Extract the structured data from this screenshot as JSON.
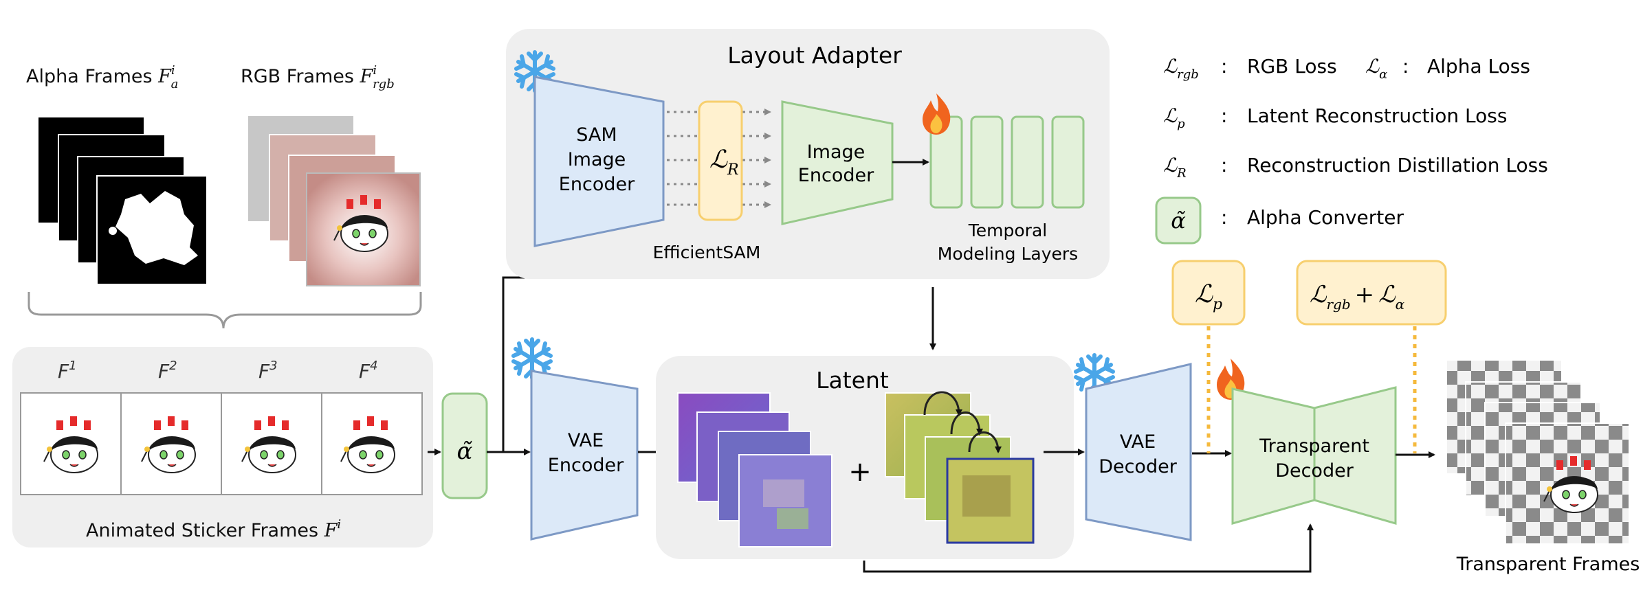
{
  "alpha_frames_label": "Alpha Frames",
  "alpha_frames_symbol": {
    "base": "F",
    "sup": "i",
    "sub": "a"
  },
  "rgb_frames_label": "RGB Frames",
  "rgb_frames_symbol": {
    "base": "F",
    "sup": "i",
    "sub": "rgb"
  },
  "sticker_frames": {
    "frame_labels": [
      {
        "base": "F",
        "sup": "1"
      },
      {
        "base": "F",
        "sup": "2"
      },
      {
        "base": "F",
        "sup": "3"
      },
      {
        "base": "F",
        "sup": "4"
      }
    ],
    "caption": "Animated Sticker Frames",
    "caption_symbol": {
      "base": "F",
      "sup": "i"
    }
  },
  "alpha_converter_symbol": "α̃",
  "layout_adapter": {
    "title": "Layout Adapter",
    "sam_encoder_lines": [
      "SAM",
      "Image",
      "Encoder"
    ],
    "efficientsam_label": "EfficientSAM",
    "loss_r_symbol": {
      "base": "ℒ",
      "sub": "R"
    },
    "image_encoder_lines": [
      "Image",
      "Encoder"
    ],
    "temporal_label_lines": [
      "Temporal",
      "Modeling Layers"
    ]
  },
  "vae_encoder_lines": [
    "VAE",
    "Encoder"
  ],
  "latent": {
    "title": "Latent",
    "plus": "+"
  },
  "vae_decoder_lines": [
    "VAE",
    "Decoder"
  ],
  "transparent_decoder_lines": [
    "Transparent",
    "Decoder"
  ],
  "loss_p_box": {
    "base": "ℒ",
    "sub": "p"
  },
  "loss_rgb_alpha_box": {
    "a_base": "ℒ",
    "a_sub": "rgb",
    "plus": "+",
    "b_base": "ℒ",
    "b_sub": "α"
  },
  "output_label": "Transparent Frames",
  "legend": [
    {
      "symbol": "ℒ",
      "sub": "rgb",
      "colon": ":",
      "text": "RGB Loss"
    },
    {
      "symbol": "ℒ",
      "sub": "α",
      "colon": ":",
      "text": "Alpha Loss"
    },
    {
      "symbol": "ℒ",
      "sub": "p",
      "colon": ":",
      "text": "Latent Reconstruction Loss"
    },
    {
      "symbol": "ℒ",
      "sub": "R",
      "colon": ":",
      "text": "Reconstruction Distillation Loss"
    },
    {
      "symbol": "α̃",
      "colon": ":",
      "text": "Alpha Converter"
    }
  ],
  "colors": {
    "frozen_blue_fill": "#dce9f8",
    "frozen_blue_stroke": "#7d99c5",
    "trainable_green_fill": "#e3f1da",
    "trainable_green_stroke": "#97c98a",
    "loss_yellow_fill": "#fff1cf",
    "loss_yellow_stroke": "#f7cf6e",
    "panel_gray": "#efefef",
    "snowflake": "#4aa6e8",
    "flame": "#f0641e",
    "dotted_orange": "#f5b93c"
  },
  "icons": [
    "snowflake-icon",
    "flame-icon"
  ]
}
